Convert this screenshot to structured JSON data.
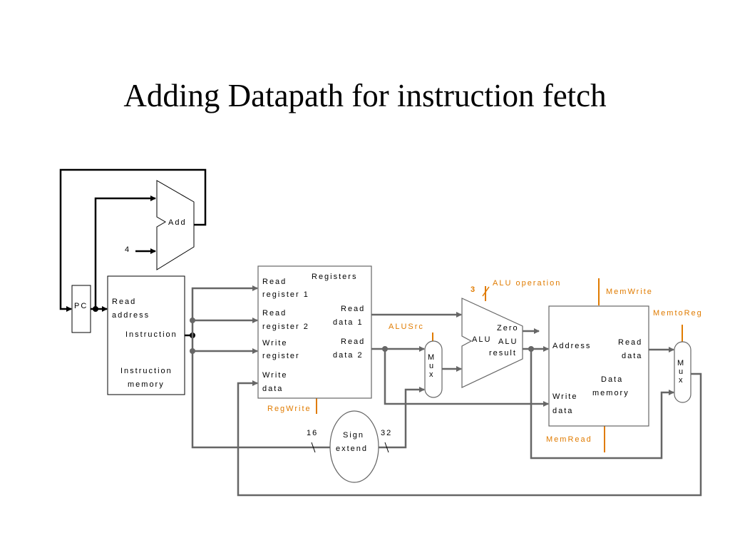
{
  "slide": {
    "title": "Adding Datapath for instruction fetch"
  },
  "labels": {
    "add": "Add",
    "four": "4",
    "pc": "PC",
    "imem_read": "Read",
    "imem_address": "address",
    "imem_instruction": "Instruction",
    "imem_name1": "Instruction",
    "imem_name2": "memory",
    "reg_title": "Registers",
    "reg_read1a": "Read",
    "reg_read1b": "register 1",
    "reg_read2a": "Read",
    "reg_read2b": "register 2",
    "reg_write_a": "Write",
    "reg_write_b": "register",
    "reg_wdata_a": "Write",
    "reg_wdata_b": "data",
    "reg_rd1a": "Read",
    "reg_rd1b": "data 1",
    "reg_rd2a": "Read",
    "reg_rd2b": "data 2",
    "regwrite": "RegWrite",
    "sign1": "Sign",
    "sign2": "extend",
    "bits16": "16",
    "bits32": "32",
    "alusrc": "ALUSrc",
    "mux1a": "M",
    "mux1b": "u",
    "mux1c": "x",
    "alu": "ALU",
    "alu_zero": "Zero",
    "alu_result1": "ALU",
    "alu_result2": "result",
    "aluop": "ALU operation",
    "aluop_bits": "3",
    "memwrite": "MemWrite",
    "memtoreg": "MemtoReg",
    "memread": "MemRead",
    "dm_address": "Address",
    "dm_read1": "Read",
    "dm_read2": "data",
    "dm_name1": "Data",
    "dm_name2": "memory",
    "dm_write1": "Write",
    "dm_write2": "data",
    "mux2a": "M",
    "mux2b": "u",
    "mux2c": "x"
  },
  "colors": {
    "wire": "#666666",
    "black": "#000000",
    "control": "#e07b00"
  }
}
